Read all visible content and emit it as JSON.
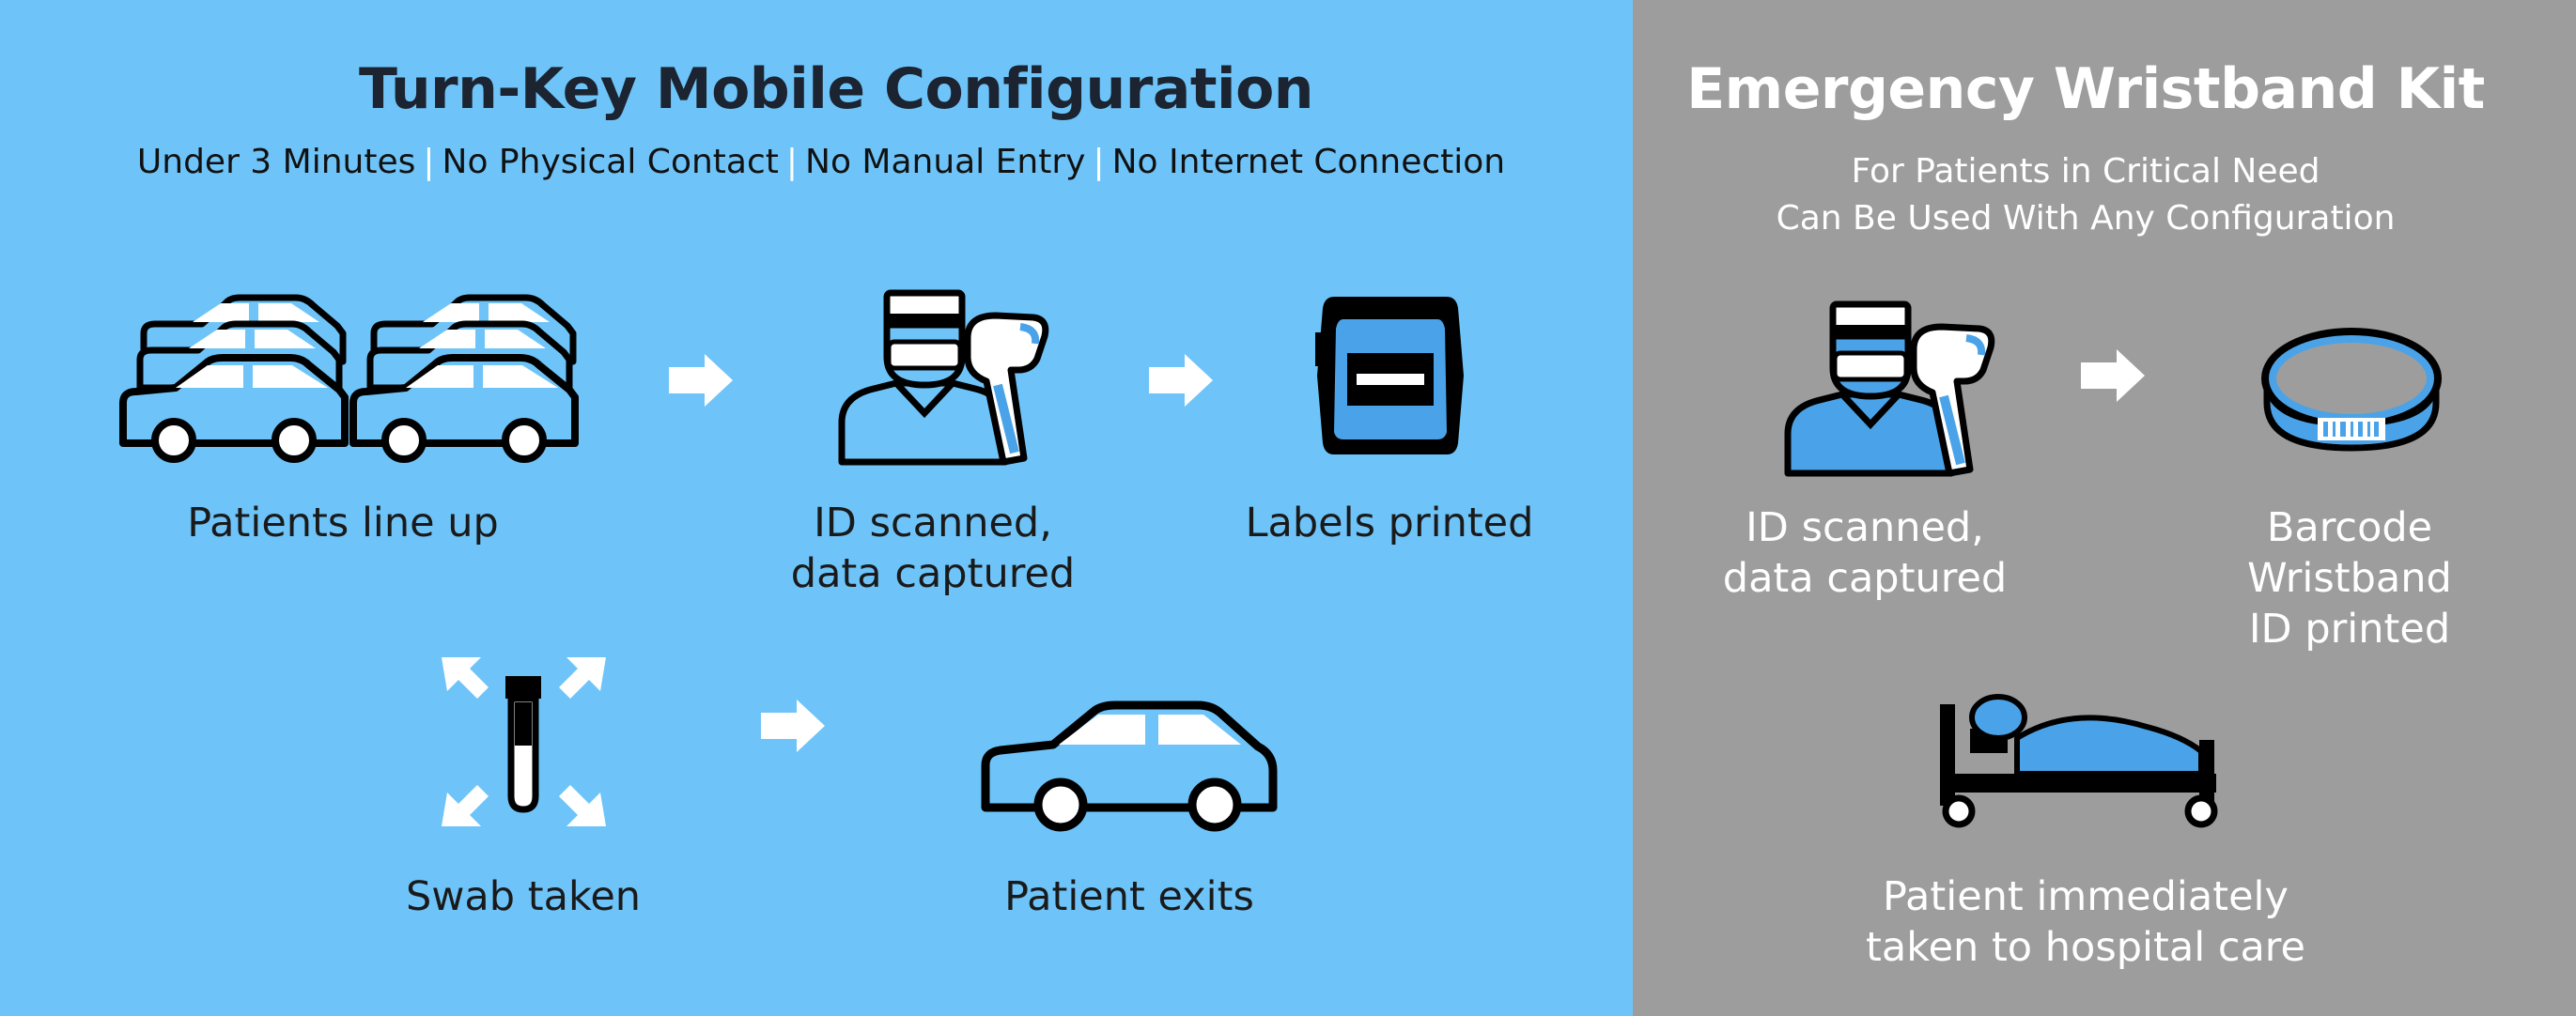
{
  "colors": {
    "left_panel": "#6ec4f9",
    "right_panel": "#9d9d9d",
    "icon_blue": "#4aa3e8",
    "icon_outline": "#000000",
    "arrow": "#ffffff"
  },
  "left": {
    "title": "Turn-Key Mobile Configuration",
    "features": [
      "Under 3 Minutes",
      "No Physical Contact",
      "No Manual Entry",
      "No Internet Connection"
    ],
    "separator": "|",
    "steps": {
      "line_up": "Patients line up",
      "scan_line1": "ID scanned,",
      "scan_line2": "data captured",
      "labels": "Labels printed",
      "swab": "Swab taken",
      "exit": "Patient exits"
    }
  },
  "right": {
    "title": "Emergency Wristband Kit",
    "subtitle_line1": "For Patients in Critical Need",
    "subtitle_line2": "Can Be Used With Any Configuration",
    "steps": {
      "scan_line1": "ID scanned,",
      "scan_line2": "data captured",
      "band_line1": "Barcode",
      "band_line2": "Wristband",
      "band_line3": "ID printed",
      "care_line1": "Patient immediately",
      "care_line2": "taken to hospital care"
    }
  },
  "icons": [
    "car-stack-icon",
    "arrow-right-icon",
    "health-worker-scanner-icon",
    "label-printer-icon",
    "swab-tube-icon",
    "car-icon",
    "wristband-icon",
    "hospital-bed-icon"
  ]
}
